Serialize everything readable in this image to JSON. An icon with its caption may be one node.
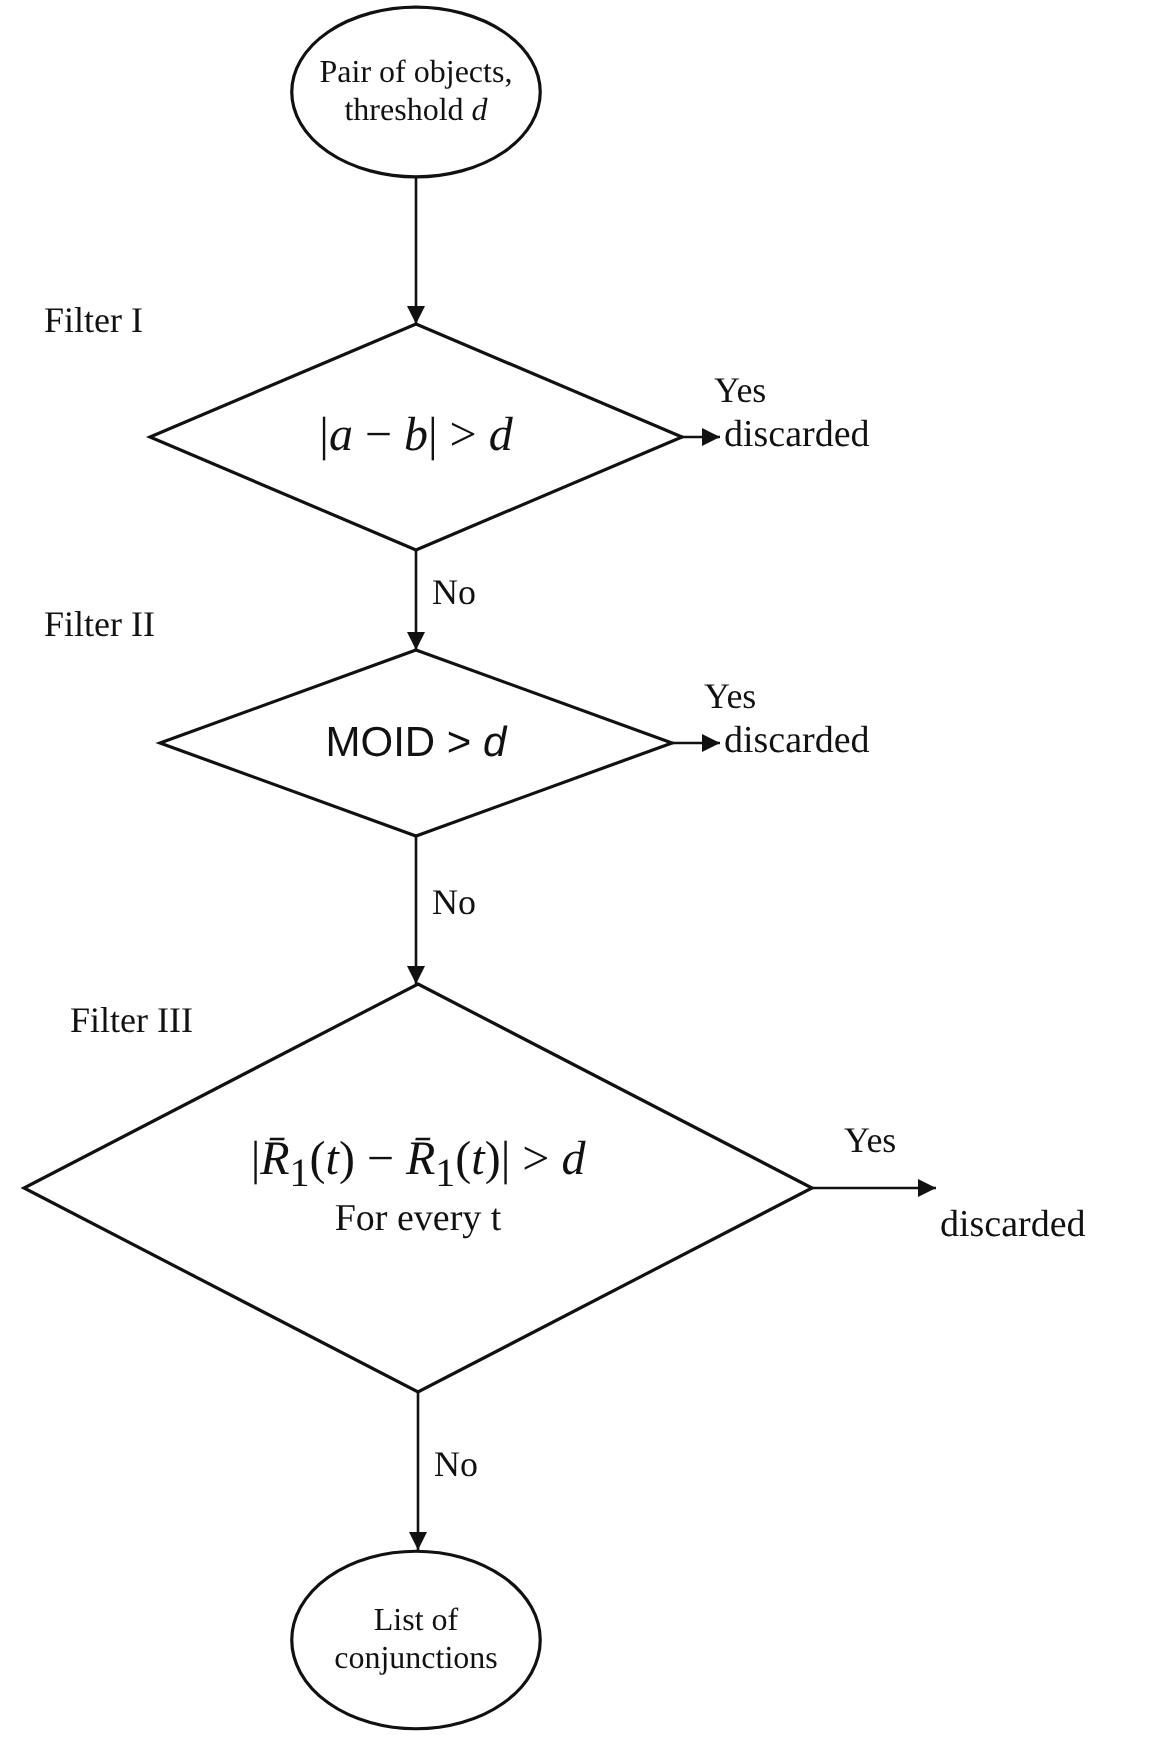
{
  "diagram": {
    "nodes": [
      {
        "text": [
          "Pair of objects, threshold *d*"
        ]
      },
      {
        "text": [
          "|*a* − *b*| > *d*"
        ],
        "beside": [
          "Filter I"
        ]
      },
      {
        "text": [
          "discarded"
        ]
      },
      {
        "text": [
          "MOID > *d*"
        ],
        "beside": [
          "Filter II"
        ]
      },
      {
        "text": [
          "discarded"
        ]
      },
      {
        "text": [
          "|*R̄*$_{1}$(*t*) − *R̄*$_{1}$(*t*)| > *d*",
          "For every t"
        ],
        "beside": [
          "Filter III"
        ]
      },
      {
        "text": [
          "discarded"
        ]
      },
      {
        "text": [
          "List of conjunctions"
        ]
      }
    ],
    "edges": [
      {
        "from": 0,
        "to": 1,
        "arrow": "to"
      },
      {
        "from": 1,
        "to": 2,
        "arrow": "to",
        "label": "Yes"
      },
      {
        "from": 1,
        "to": 3,
        "arrow": "to",
        "label": "No"
      },
      {
        "from": 3,
        "to": 4,
        "arrow": "to",
        "label": "Yes"
      },
      {
        "from": 3,
        "to": 5,
        "arrow": "to",
        "label": "No"
      },
      {
        "from": 5,
        "to": 6,
        "arrow": "to",
        "label": "Yes"
      },
      {
        "from": 5,
        "to": 7,
        "arrow": "to",
        "label": "No"
      }
    ]
  }
}
